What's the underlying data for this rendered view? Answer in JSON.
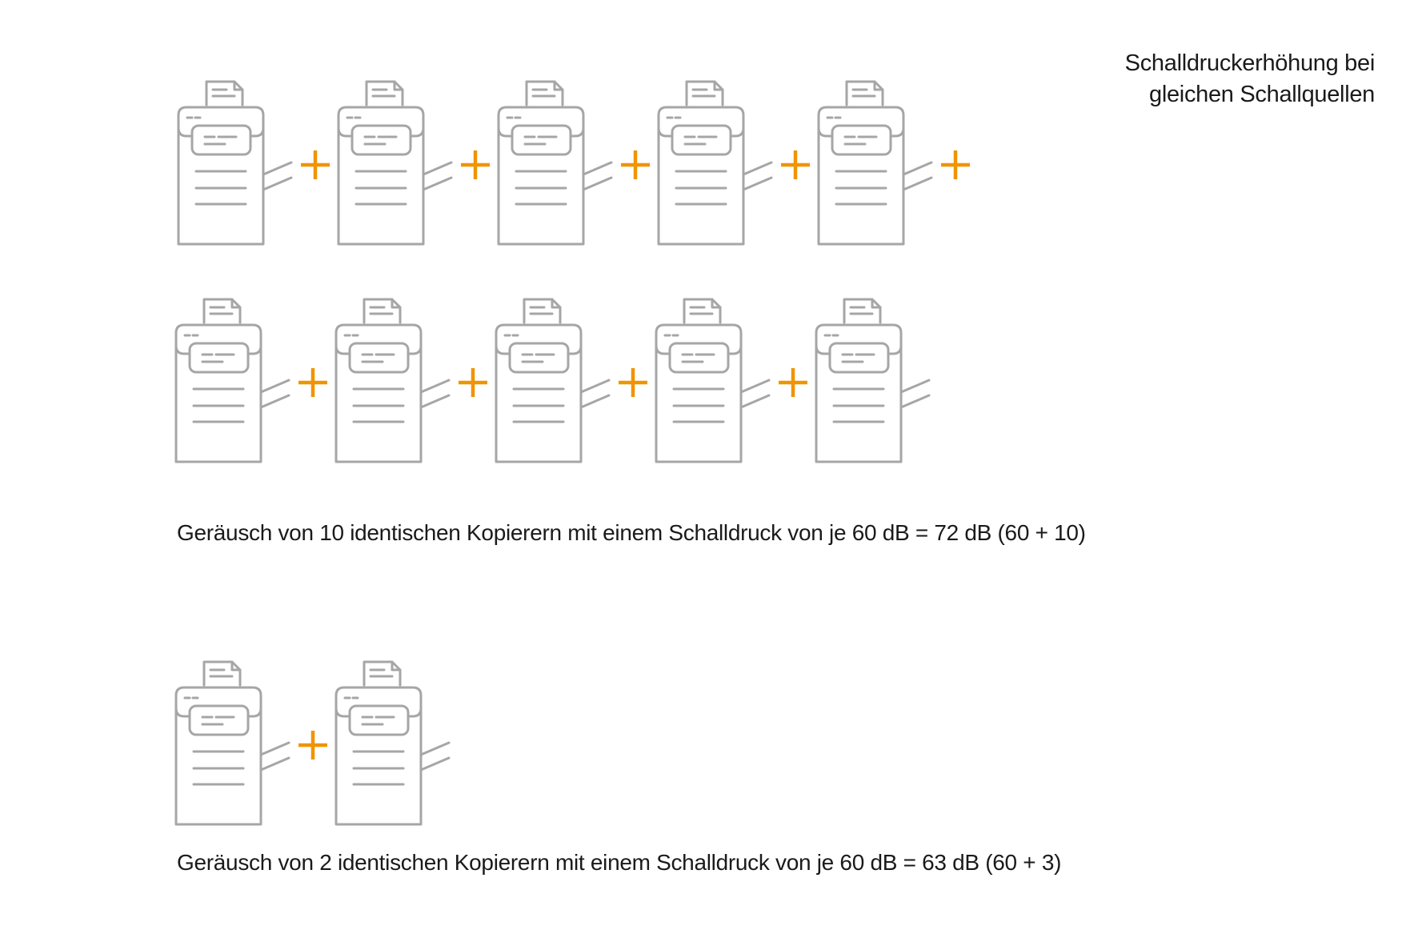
{
  "title": {
    "line1": "Schalldruckerhöhung bei",
    "line2": "gleichen Schallquellen"
  },
  "groups": [
    {
      "id": "ten-copiers",
      "copier_count": 10,
      "rows": [
        5,
        5
      ],
      "caption": "Geräusch von 10 identischen Kopierern mit einem Schalldruck von je 60 dB = 72 dB (60 + 10)"
    },
    {
      "id": "two-copiers",
      "copier_count": 2,
      "rows": [
        2
      ],
      "caption": "Geräusch von 2 identischen Kopierern mit einem Schalldruck von je 60 dB = 63 dB (60 + 3)"
    }
  ],
  "icons": {
    "device": "copier-icon",
    "operator": "plus-icon"
  },
  "colors": {
    "icon_stroke": "#a6a6a6",
    "plus": "#f09400",
    "text": "#1a1a1a",
    "background": "#ffffff"
  }
}
